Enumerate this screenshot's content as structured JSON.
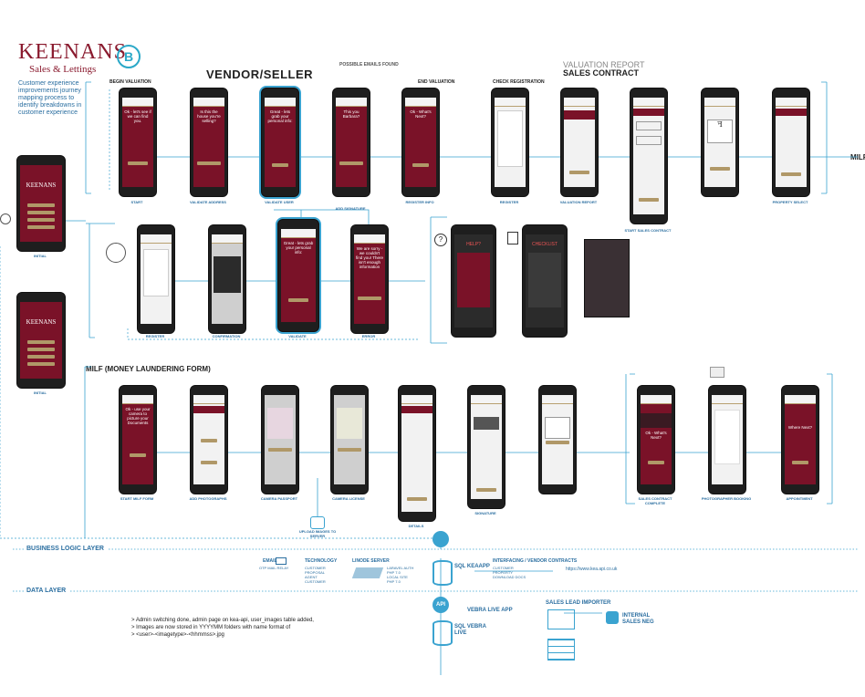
{
  "brand": {
    "logo_word": "KEENANS",
    "logo_sub": "Sales & Lettings",
    "badge": "B",
    "intro": "Customer experience improvements journey mapping process to identify breakdowns in customer experience",
    "accent": "#8a1a2e",
    "flow_color": "#3aa3d0"
  },
  "sections": {
    "vendor_title": "VENDOR/SELLER",
    "valuation_report": "VALUATION REPORT",
    "sales_contract": "SALES CONTRACT",
    "milf_title": "MILF (MONEY LAUNDERING FORM)",
    "milf_edge": "MILF",
    "begin_valuation": "BEGIN VALUATION",
    "end_valuation": "END VALUATION",
    "check_registration": "CHECK REGISTRATION",
    "possible_emails": "POSSIBLE EMAILS FOUND"
  },
  "screens": {
    "initial": "INITIAL",
    "start": "START",
    "validate_address": "VALIDATE ADDRESS",
    "validate_user": "VALIDATE USER",
    "add_signature": "ADD SIGNATURE",
    "register_info": "REGISTER INFO",
    "register": "REGISTER",
    "valuation_report": "VALUATION REPORT",
    "start_sales_contract": "START SALES CONTRACT",
    "property_select": "PROPERTY SELECT",
    "confirmation": "CONFIRMATION",
    "validate": "VALIDATE",
    "error": "ERROR",
    "start_milf_form": "START MILF FORM",
    "add_photographs": "ADD PHOTOGRAPHS",
    "camera_passport": "CAMERA PASSPORT",
    "camera_license": "CAMERA LICENSE",
    "details": "DETAILS",
    "signature": "SIGNATURE",
    "sales_contract_complete": "SALES CONTRACT COMPLETE",
    "photographer_booking": "PHOTOGRAPHER BOOKING",
    "appointment": "APPOINTMENT",
    "upload_images": "UPLOAD IMAGES TO SERVER"
  },
  "screen_text": {
    "start": "Ok - let's see if we can find you.",
    "validate_address": "Is this the house you're selling?",
    "validate_user": "Great - lets grab your personal info:",
    "add_signature": "This you Barbara?",
    "register_info": "Ok - What's Next?",
    "validate": "Great - lets grab your personal info:",
    "error": "We are sorry - we couldn't find you! There isn't enough information",
    "help": "HELP?",
    "checklist": "CHECKLIST",
    "milf_start": "Ok - use your camera to picture your Documents",
    "sales_complete": "Ok - What's Next?",
    "appointment": "Where Next?"
  },
  "layers": {
    "business": "BUSINESS LOGIC LAYER",
    "data": "DATA LAYER"
  },
  "tech": {
    "email": "EMAIL",
    "email_items": [
      "OTP MAIL RELAY"
    ],
    "technology": "TECHNOLOGY",
    "technology_items": [
      "CUSTOMER",
      "PROPOSAL",
      "AGENT",
      "CUSTOMER"
    ],
    "linode": "LINODE SERVER",
    "linode_items": [
      "LARAVEL AUTH",
      "PHP 7.0",
      "LOCAL SITE",
      "PHP 7.0"
    ],
    "sql1": "SQL KEAAPP",
    "interfacing": "INTERFACING / VENDOR CONTRACTS",
    "interfacing_items": [
      "CUSTOMER",
      "PROPERTY",
      "DOWNLOAD DOCS"
    ],
    "interfacing_url": "https://www.kea.api.co.uk",
    "api": "API",
    "vebra_app": "VEBRA LIVE APP",
    "sql2": "SQL VEBRA LIVE",
    "importer": "SALES LEAD IMPORTER",
    "internal": "INTERNAL SALES NEG"
  },
  "changes": [
    "> Admin switching done, admin page on kea-api, user_images table added,",
    "> Images are now stored in YYYYMM folders with name format of",
    "> <user>-<imagetype>-<hhmmss>.jpg"
  ]
}
